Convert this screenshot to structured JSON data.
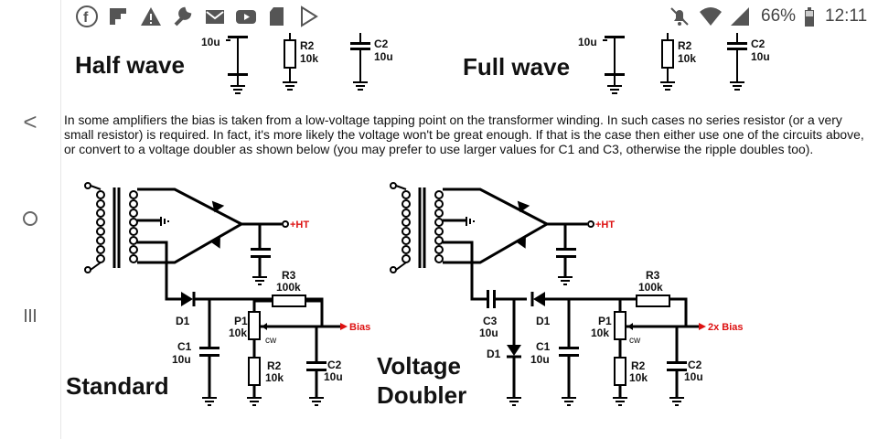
{
  "status_bar": {
    "left_icons": [
      "facebook-icon",
      "flipboard-icon",
      "alert-icon",
      "wrench-icon",
      "gmail-icon",
      "youtube-icon",
      "sd-card-icon",
      "play-store-icon"
    ],
    "right_icons": [
      "mute-icon",
      "wifi-icon",
      "signal-icon",
      "battery-icon"
    ],
    "battery": "66%",
    "time": "12:11"
  },
  "nav": {
    "back": "<",
    "home": "O",
    "recents": "III"
  },
  "top_figure": {
    "half_wave": "Half wave",
    "full_wave": "Full wave",
    "cap_10u": "10u",
    "r2_label": "R2",
    "r2_value": "10k",
    "c2_label": "C2",
    "c2_value": "10u"
  },
  "paragraph": "In some amplifiers the bias is taken from a low-voltage tapping point on the transformer winding. In such cases no series resistor (or a very small resistor) is required. In fact, it's more likely the voltage won't be great enough. If that is the case then either use one of the circuits above, or convert to a voltage doubler as shown below (you may prefer to use larger values for C1 and C3, otherwise the ripple doubles too).",
  "standard": {
    "title": "Standard",
    "ht": "+HT",
    "r3": "R3",
    "r3_value": "100k",
    "d1": "D1",
    "p1": "P1",
    "p1_value": "10k",
    "cw": "cw",
    "output": "Bias",
    "c1": "C1",
    "c1_value": "10u",
    "r2": "R2",
    "r2_value": "10k",
    "c2": "C2",
    "c2_value": "10u"
  },
  "doubler": {
    "title_line1": "Voltage",
    "title_line2": "Doubler",
    "ht": "+HT",
    "r3": "R3",
    "r3_value": "100k",
    "c3": "C3",
    "c3_value": "10u",
    "d1": "D1",
    "p1": "P1",
    "p1_value": "10k",
    "cw": "cw",
    "output": "2x Bias",
    "c1": "C1",
    "c1_value": "10u",
    "r2": "R2",
    "r2_value": "10k",
    "c2": "C2",
    "c2_value": "10u"
  }
}
